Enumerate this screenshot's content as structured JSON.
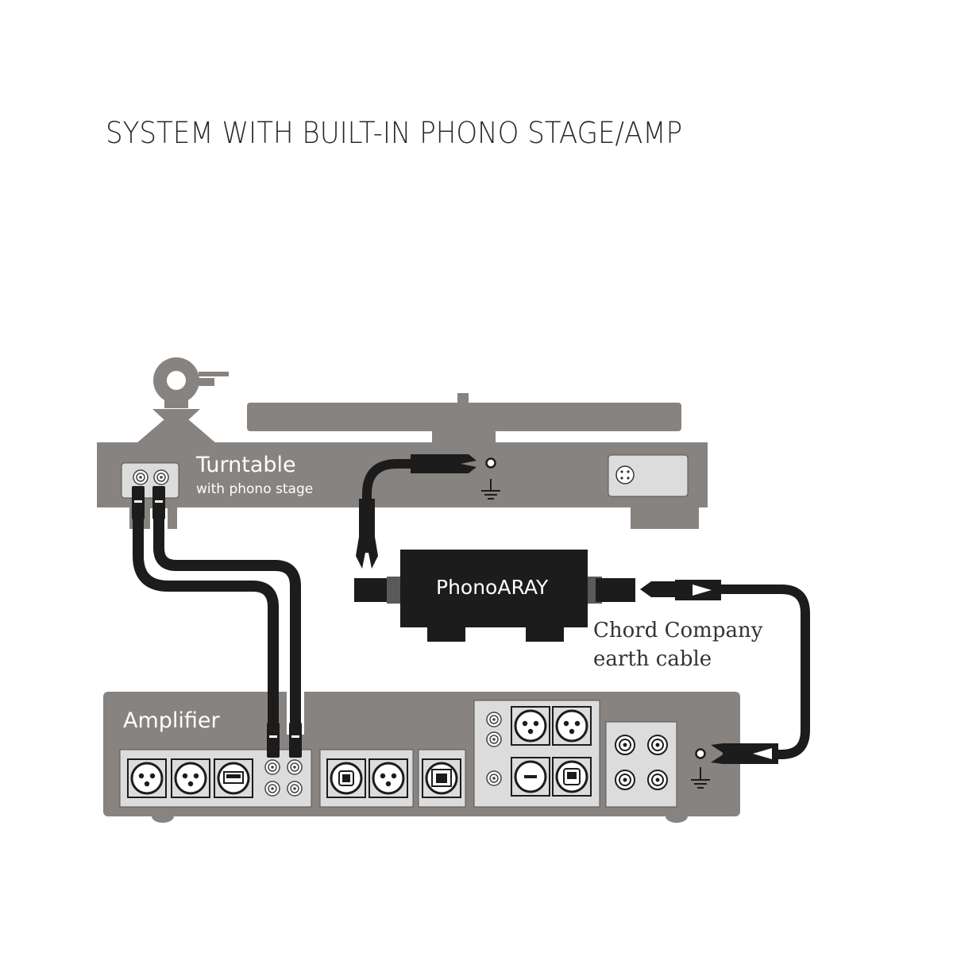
{
  "title": "SYSTEM WITH BUILT-IN PHONO STAGE/AMP",
  "turntable": {
    "label": "Turntable",
    "sublabel": "with phono stage"
  },
  "phono_device": {
    "label": "PhonoARAY"
  },
  "earth_cable": {
    "label_line1": "Chord Company",
    "label_line2": "earth cable"
  },
  "amplifier": {
    "label": "Amplifier"
  },
  "icons": [
    "turntable-arm-icon",
    "rca-socket-icon",
    "xlr-socket-icon",
    "usb-socket-icon",
    "optical-socket-icon",
    "ethernet-socket-icon",
    "ground-symbol-icon",
    "spade-connector-icon",
    "banana-plug-icon"
  ],
  "colors": {
    "device_gray": "#878380",
    "panel_light": "#dcdcdc",
    "cable": "#1c1c1c",
    "title_text": "#2a2a2a"
  }
}
